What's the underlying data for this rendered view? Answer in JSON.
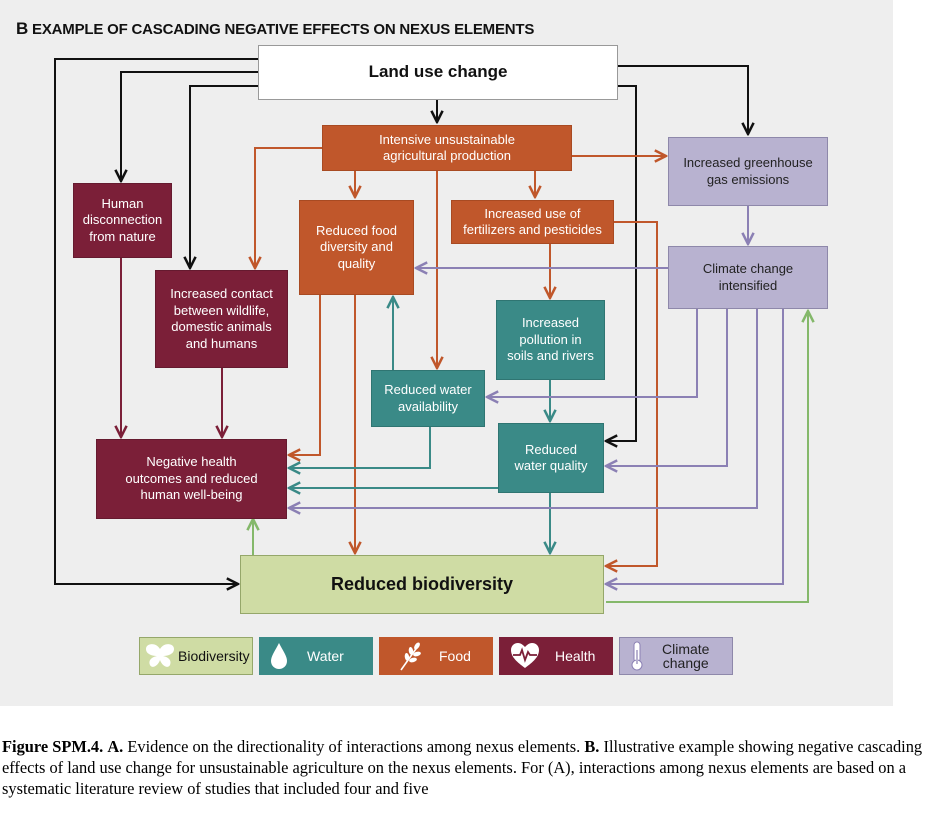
{
  "panel": {
    "letter": "B",
    "title": "EXAMPLE OF CASCADING NEGATIVE EFFECTS ON NEXUS ELEMENTS"
  },
  "nodes": {
    "land_use": "Land use change",
    "intensive_ag": "Intensive unsustainable\nagricultural production",
    "ghg": "Increased greenhouse\ngas emissions",
    "human_disconnection": "Human\ndisconnection\nfrom nature",
    "food_diversity": "Reduced food\ndiversity and\nquality",
    "fertilizers": "Increased use of\nfertilizers and pesticides",
    "climate": "Climate change\nintensified",
    "wildlife_contact": "Increased contact\nbetween wildlife,\ndomestic animals\nand humans",
    "pollution": "Increased\npollution in\nsoils and rivers",
    "water_availability": "Reduced water\navailability",
    "water_quality": "Reduced\nwater quality",
    "health": "Negative health\noutcomes and reduced\nhuman well-being",
    "biodiversity": "Reduced biodiversity"
  },
  "legend": [
    {
      "label": "Biodiversity",
      "icon": "butterfly-icon",
      "color": "#cfdca4"
    },
    {
      "label": "Water",
      "icon": "water-drop-icon",
      "color": "#3a8a87"
    },
    {
      "label": "Food",
      "icon": "wheat-icon",
      "color": "#c0572b"
    },
    {
      "label": "Health",
      "icon": "heart-pulse-icon",
      "color": "#7b1f38"
    },
    {
      "label": "Climate\nchange",
      "icon": "thermometer-icon",
      "color": "#b8b2d0"
    }
  ],
  "caption": {
    "label": "Figure SPM.4.",
    "a_label": "A.",
    "a_text": "Evidence on the directionality of interactions among nexus elements.",
    "b_label": "B.",
    "b_text": "Illustrative example showing negative cascading effects of land use change for unsustainable agriculture on the nexus elements. For (A), interactions among nexus elements are based on a systematic literature review of studies that included four and five"
  },
  "colors": {
    "orange": "#c0572b",
    "maroon": "#7b1f38",
    "teal": "#3a8a87",
    "lavender": "#8b80b4",
    "green": "#84b86a",
    "black": "#111111"
  }
}
